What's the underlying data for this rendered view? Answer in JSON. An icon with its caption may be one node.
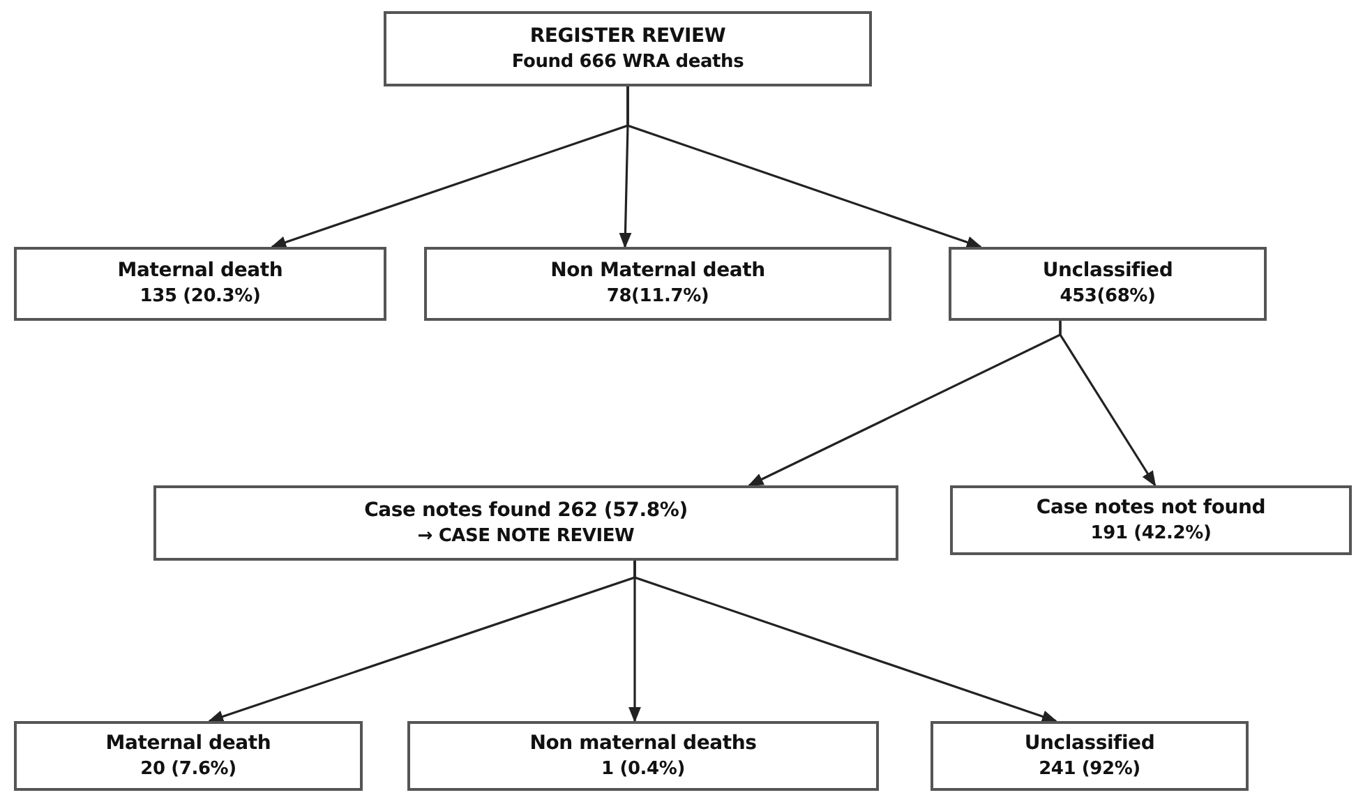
{
  "diagram": {
    "nodes": [
      {
        "text": [
          "REGISTER REVIEW",
          "Found 666 WRA deaths"
        ]
      },
      {
        "text": [
          "Maternal death",
          "135 (20.3%)"
        ]
      },
      {
        "text": [
          "Non Maternal death",
          "78(11.7%)"
        ]
      },
      {
        "text": [
          "Unclassified",
          "453(68%)"
        ]
      },
      {
        "text": [
          "Case notes found 262 (57.8%)",
          "→ CASE NOTE REVIEW"
        ]
      },
      {
        "text": [
          "Case notes not found",
          "191 (42.2%)"
        ]
      },
      {
        "text": [
          "Maternal death",
          "20 (7.6%)"
        ]
      },
      {
        "text": [
          "Non maternal deaths",
          "1 (0.4%)"
        ]
      },
      {
        "text": [
          "Unclassified",
          "241 (92%)"
        ]
      }
    ],
    "edges": [
      {
        "from": 0,
        "to": 1,
        "arrow": "to"
      },
      {
        "from": 0,
        "to": 2,
        "arrow": "to"
      },
      {
        "from": 0,
        "to": 3,
        "arrow": "to"
      },
      {
        "from": 3,
        "to": 4,
        "arrow": "to"
      },
      {
        "from": 3,
        "to": 5,
        "arrow": "to"
      },
      {
        "from": 4,
        "to": 6,
        "arrow": "to"
      },
      {
        "from": 4,
        "to": 7,
        "arrow": "to"
      },
      {
        "from": 4,
        "to": 8,
        "arrow": "to"
      }
    ]
  }
}
